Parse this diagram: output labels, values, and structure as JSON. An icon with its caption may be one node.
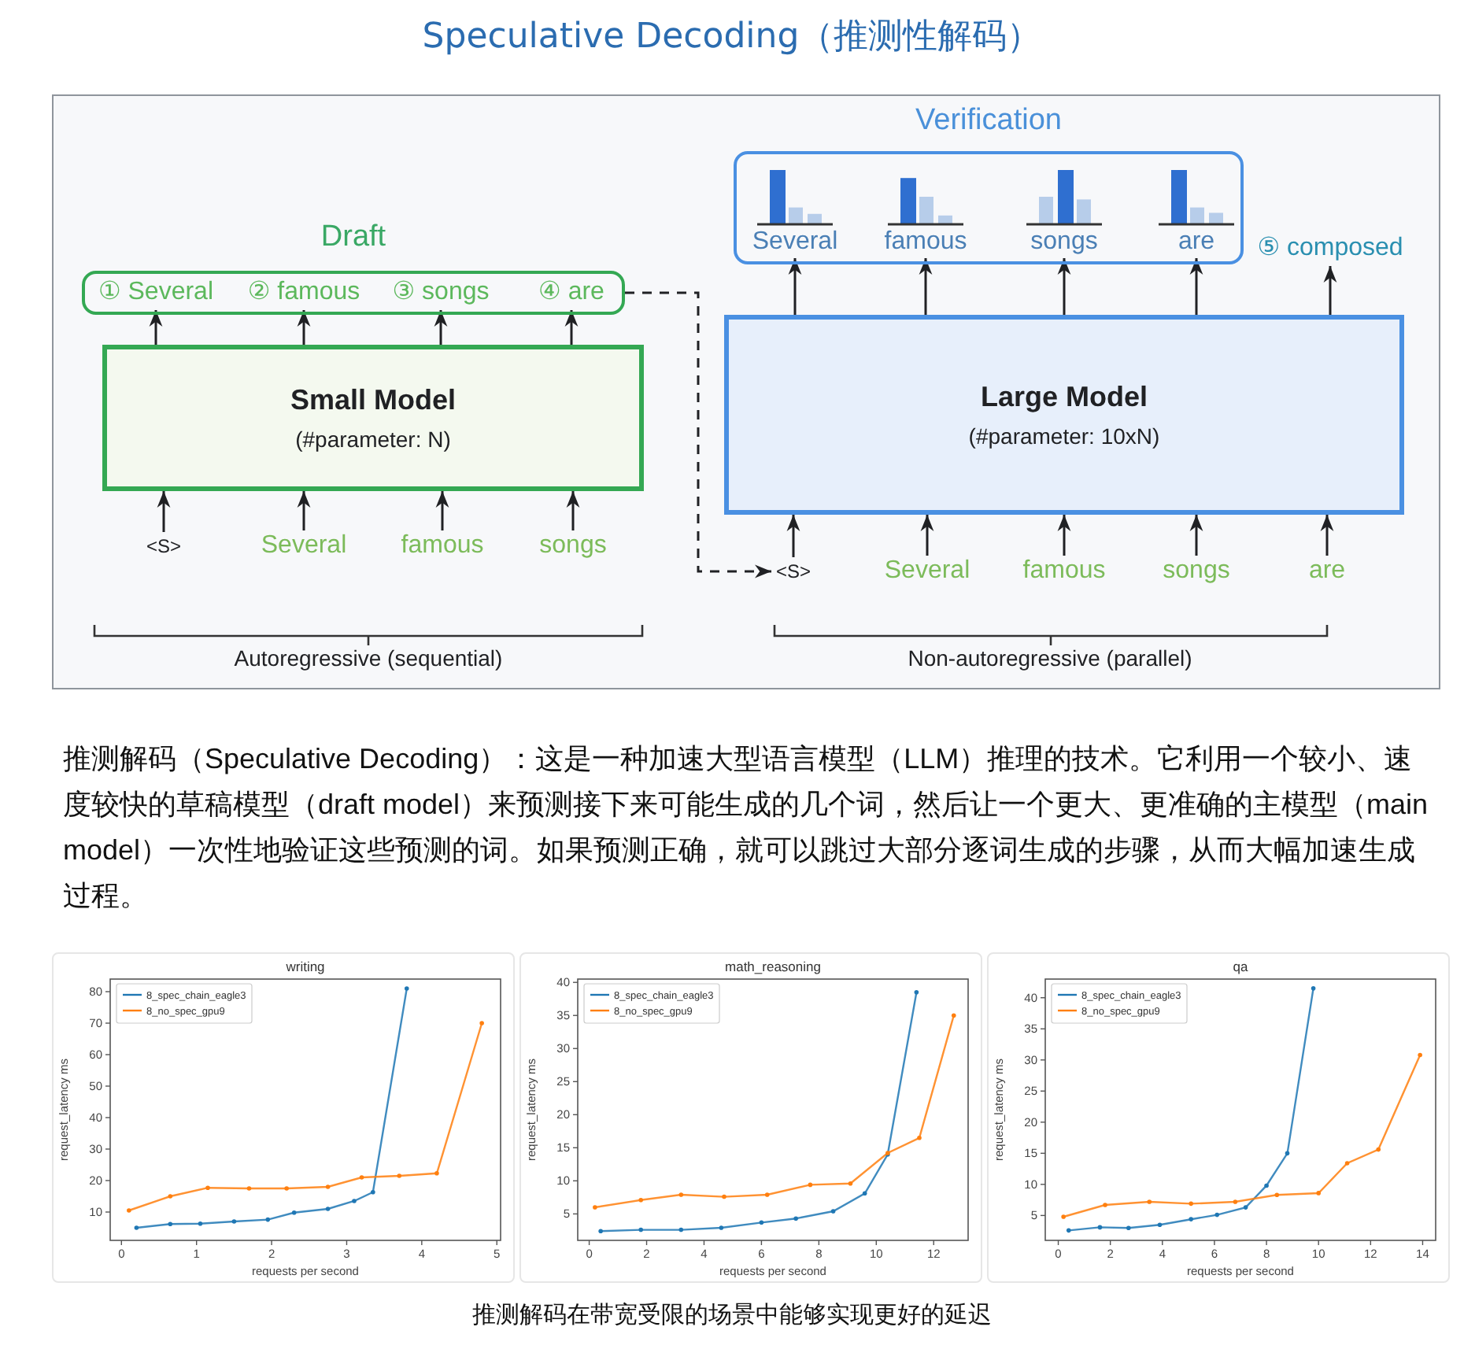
{
  "diagram": {
    "title": "Speculative Decoding（推测性解码）",
    "caption": "推测解码在带宽受限的场景中能够实现更好的延迟",
    "nodes": [
      {
        "text": [
          "Draft"
        ]
      },
      {
        "text": [
          "① Several"
        ],
        "in": 0
      },
      {
        "text": [
          "② famous"
        ],
        "in": 0
      },
      {
        "text": [
          "③ songs"
        ],
        "in": 0
      },
      {
        "text": [
          "④ are"
        ],
        "in": 0
      },
      {
        "text": [
          "Small Model",
          "(#parameter: N)"
        ]
      },
      {
        "text": [
          "<S>"
        ]
      },
      {
        "text": [
          "Several"
        ]
      },
      {
        "text": [
          "famous"
        ]
      },
      {
        "text": [
          "songs"
        ]
      },
      {
        "text": [
          "Verification"
        ]
      },
      {
        "text": [
          "Several"
        ],
        "in": 10
      },
      {
        "text": [
          "famous"
        ],
        "in": 10
      },
      {
        "text": [
          "songs"
        ],
        "in": 10
      },
      {
        "text": [
          "are"
        ],
        "in": 10
      },
      {
        "text": [
          "⑤ composed"
        ]
      },
      {
        "text": [
          "Large Model",
          "(#parameter: 10xN)"
        ]
      },
      {
        "text": [
          "<S>"
        ]
      },
      {
        "text": [
          "Several"
        ]
      },
      {
        "text": [
          "famous"
        ]
      },
      {
        "text": [
          "songs"
        ]
      },
      {
        "text": [
          "are"
        ]
      }
    ],
    "edges": [
      {
        "from": 6,
        "to": 5,
        "arrow": "to"
      },
      {
        "from": 7,
        "to": 5,
        "arrow": "to"
      },
      {
        "from": 8,
        "to": 5,
        "arrow": "to"
      },
      {
        "from": 9,
        "to": 5,
        "arrow": "to"
      },
      {
        "from": 5,
        "to": 1,
        "arrow": "to"
      },
      {
        "from": 5,
        "to": 2,
        "arrow": "to"
      },
      {
        "from": 5,
        "to": 3,
        "arrow": "to"
      },
      {
        "from": 5,
        "to": 4,
        "arrow": "to"
      },
      {
        "from": 0,
        "to": 17,
        "arrow": "to",
        "style": "dashed"
      },
      {
        "from": 17,
        "to": 16,
        "arrow": "to"
      },
      {
        "from": 18,
        "to": 16,
        "arrow": "to"
      },
      {
        "from": 19,
        "to": 16,
        "arrow": "to"
      },
      {
        "from": 20,
        "to": 16,
        "arrow": "to"
      },
      {
        "from": 21,
        "to": 16,
        "arrow": "to"
      },
      {
        "from": 16,
        "to": 11,
        "arrow": "to"
      },
      {
        "from": 16,
        "to": 12,
        "arrow": "to"
      },
      {
        "from": 16,
        "to": 13,
        "arrow": "to"
      },
      {
        "from": 16,
        "to": 14,
        "arrow": "to"
      },
      {
        "from": 16,
        "to": 15,
        "arrow": "to"
      }
    ],
    "labels": [
      "Autoregressive (sequential)",
      "Non-autoregressive (parallel)",
      "推测解码（Speculative Decoding）：这是一种加速大型语言模型（LLM）推理的技术。它利用一个较小、速度较快的草稿模型（draft model）来预测接下来可能生成的几个词，然后让一个更大、更准确的主模型（main model）一次性地验证这些预测的词。如果预测正确，就可以跳过大部分逐词生成的步骤，从而大幅加速生成过程。"
    ],
    "chart_data": [
      {
        "type": "line",
        "title": "writing",
        "legend": "upper left",
        "xlabel": "requests per second",
        "ylabel": "request_latency ms",
        "xlim": [
          -0.15,
          5.05
        ],
        "ylim": [
          1,
          84
        ],
        "xticks": [
          0,
          1,
          2,
          3,
          4,
          5
        ],
        "yticks": [
          10,
          20,
          30,
          40,
          50,
          60,
          70,
          80
        ],
        "series": [
          {
            "name": "8_spec_chain_eagle3",
            "color": "#1f77b4",
            "x": [
              0.2,
              0.65,
              1.05,
              1.5,
              1.95,
              2.3,
              2.75,
              3.1,
              3.35,
              3.8
            ],
            "values": [
              5,
              6.2,
              6.3,
              7,
              7.6,
              9.8,
              11,
              13.5,
              16.3,
              81
            ]
          },
          {
            "name": "8_no_spec_gpu9",
            "color": "#ff7f0e",
            "x": [
              0.1,
              0.65,
              1.15,
              1.7,
              2.2,
              2.75,
              3.2,
              3.7,
              4.2,
              4.8
            ],
            "values": [
              10.5,
              15,
              17.7,
              17.5,
              17.5,
              18,
              21,
              21.5,
              22.3,
              70
            ]
          }
        ]
      },
      {
        "type": "line",
        "title": "math_reasoning",
        "legend": "upper left",
        "xlabel": "requests per second",
        "ylabel": "request_latency ms",
        "xlim": [
          -0.4,
          13.2
        ],
        "ylim": [
          1,
          40.5
        ],
        "xticks": [
          0,
          2,
          4,
          6,
          8,
          10,
          12
        ],
        "yticks": [
          5,
          10,
          15,
          20,
          25,
          30,
          35,
          40
        ],
        "series": [
          {
            "name": "8_spec_chain_eagle3",
            "color": "#1f77b4",
            "x": [
              0.4,
              1.8,
              3.2,
              4.6,
              6,
              7.2,
              8.5,
              9.6,
              10.4,
              11.4
            ],
            "values": [
              2.4,
              2.6,
              2.6,
              2.9,
              3.7,
              4.3,
              5.4,
              8.1,
              14,
              38.5
            ]
          },
          {
            "name": "8_no_spec_gpu9",
            "color": "#ff7f0e",
            "x": [
              0.2,
              1.8,
              3.2,
              4.7,
              6.2,
              7.7,
              9.1,
              10.4,
              11.5,
              12.7
            ],
            "values": [
              6,
              7.1,
              7.9,
              7.6,
              7.9,
              9.4,
              9.6,
              14.2,
              16.5,
              35
            ]
          }
        ]
      },
      {
        "type": "line",
        "title": "qa",
        "legend": "upper left",
        "xlabel": "requests per second",
        "ylabel": "request_latency ms",
        "xlim": [
          -0.5,
          14.5
        ],
        "ylim": [
          1,
          43
        ],
        "xticks": [
          0,
          2,
          4,
          6,
          8,
          10,
          12,
          14
        ],
        "yticks": [
          5,
          10,
          15,
          20,
          25,
          30,
          35,
          40
        ],
        "series": [
          {
            "name": "8_spec_chain_eagle3",
            "color": "#1f77b4",
            "x": [
              0.4,
              1.6,
              2.7,
              3.9,
              5.1,
              6.1,
              7.2,
              8,
              8.8,
              9.8
            ],
            "values": [
              2.6,
              3.1,
              3,
              3.5,
              4.4,
              5.1,
              6.3,
              9.8,
              15,
              41.5
            ]
          },
          {
            "name": "8_no_spec_gpu9",
            "color": "#ff7f0e",
            "x": [
              0.2,
              1.8,
              3.5,
              5.1,
              6.8,
              8.4,
              10,
              11.1,
              12.3,
              13.9
            ],
            "values": [
              4.8,
              6.7,
              7.2,
              6.9,
              7.2,
              8.3,
              8.6,
              13.4,
              15.6,
              30.8
            ]
          }
        ]
      }
    ]
  }
}
